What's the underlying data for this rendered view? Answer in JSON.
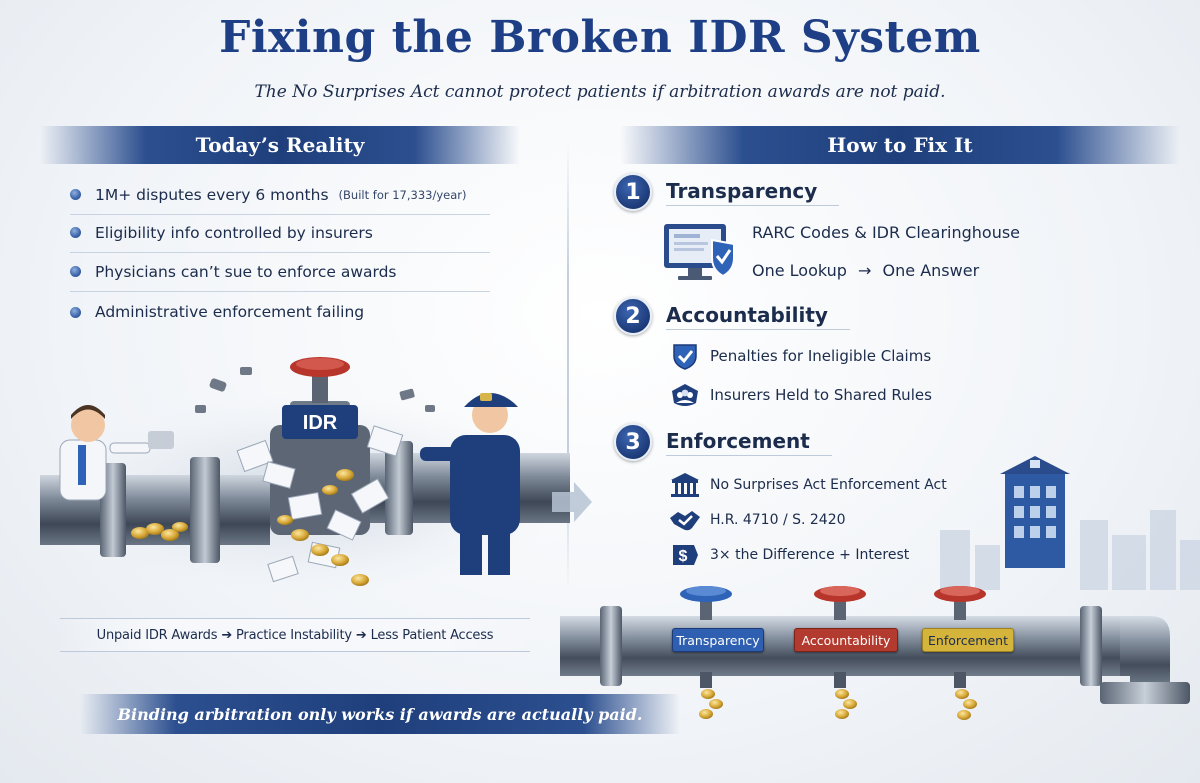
{
  "header": {
    "title": "Fixing the Broken IDR System",
    "subtitle": "The No Surprises Act cannot protect patients if arbitration awards are not paid."
  },
  "reality": {
    "heading": "Today’s Reality",
    "items": [
      {
        "text": "1M+ disputes every 6 months",
        "note": "(Built for 17,333/year)"
      },
      {
        "text": "Eligibility info controlled by insurers"
      },
      {
        "text": "Physicians can’t sue to enforce awards"
      },
      {
        "text": "Administrative enforcement failing"
      }
    ],
    "illustration_label": "IDR",
    "flow": [
      "Unpaid IDR Awards",
      "Practice Instability",
      "Less Patient Access"
    ],
    "flow_arrow": "➔"
  },
  "fix": {
    "heading": "How to Fix It",
    "steps": [
      {
        "number": "1",
        "title": "Transparency",
        "lines": [
          "RARC Codes & IDR Clearinghouse"
        ],
        "lookup": [
          "One Lookup",
          "One Answer"
        ],
        "lookup_arrow": "→"
      },
      {
        "number": "2",
        "title": "Accountability",
        "lines": [
          "Penalties for Ineligible Claims",
          "Insurers Held to Shared Rules"
        ]
      },
      {
        "number": "3",
        "title": "Enforcement",
        "lines": [
          "No Surprises Act Enforcement Act",
          "H.R. 4710 / S. 2420",
          "3× the Difference + Interest"
        ]
      }
    ],
    "pipeline_labels": [
      "Transparency",
      "Accountability",
      "Enforcement"
    ]
  },
  "footer": {
    "message": "Binding arbitration only works if awards are actually paid."
  },
  "colors": {
    "navy": "#1e3f86",
    "banner": "#1f3f7c",
    "transparency": "#2f5fb0",
    "accountability": "#b23a2e",
    "enforcement": "#d4b43a",
    "valve_blue": "#2e63b8",
    "valve_red": "#b8352b"
  },
  "icons": [
    "monitor-check-icon",
    "shield-check-icon",
    "shield-people-icon",
    "bank-icon",
    "handshake-icon",
    "money-icon",
    "chevron-right-icon"
  ]
}
